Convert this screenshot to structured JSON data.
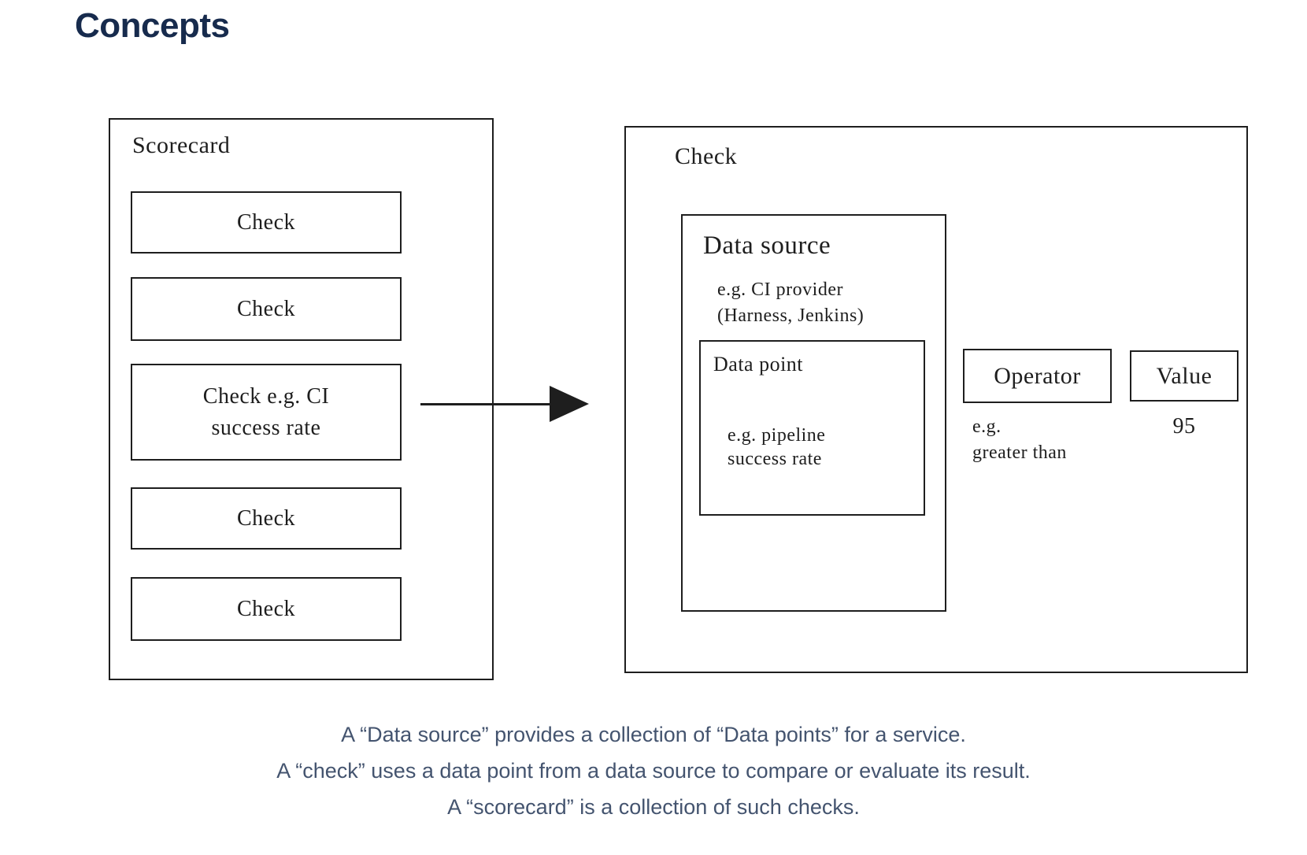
{
  "page": {
    "title": "Concepts",
    "title_color": "#172B4D",
    "background_color": "#ffffff",
    "stroke_color": "#1e1e1e",
    "caption_color": "#44546F"
  },
  "scorecard": {
    "label": "Scorecard",
    "checks": [
      "Check",
      "Check",
      "Check e.g. CI\nsuccess rate",
      "Check",
      "Check"
    ]
  },
  "check_panel": {
    "label": "Check",
    "data_source": {
      "label": "Data source",
      "example": "e.g. CI provider\n(Harness, Jenkins)",
      "data_point": {
        "label": "Data point",
        "example": "e.g. pipeline\nsuccess rate"
      }
    },
    "operator": {
      "label": "Operator",
      "example": "e.g.\ngreater than"
    },
    "value": {
      "label": "Value",
      "example": "95"
    }
  },
  "caption": {
    "lines": [
      "A “Data source” provides a collection of “Data points” for a service.",
      "A “check” uses a data point from a data source to compare or evaluate its result.",
      "A “scorecard” is a collection of such checks."
    ]
  }
}
